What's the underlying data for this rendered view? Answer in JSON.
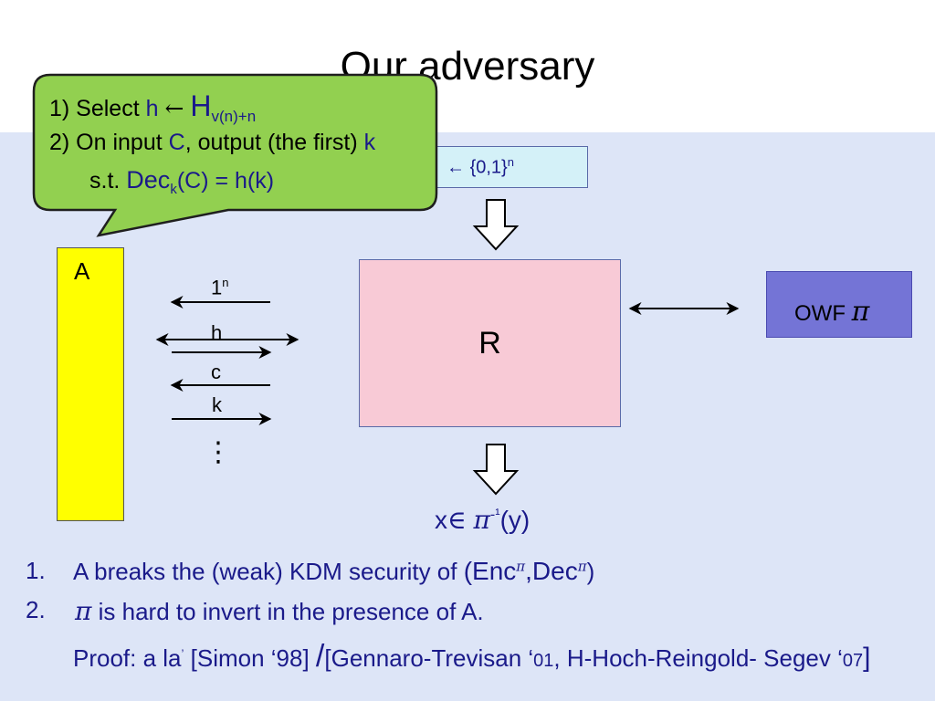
{
  "slide": {
    "title": "Our adversary"
  },
  "callout": {
    "line1_prefix": "1) Select ",
    "line1_h": "h",
    "line1_arrow": "←",
    "line1_H": "H",
    "line1_sub": "v(n)+n",
    "line2_prefix": "2) On input ",
    "line2_C": "C",
    "line2_mid": ", output (the first) ",
    "line2_k": "k",
    "line3_prefix": "s.t. ",
    "line3_dec": "Dec",
    "line3_sub": "k",
    "line3_rest": "(C) = h(k)"
  },
  "seed_box": {
    "arrow": "←",
    "set": "{0,1}",
    "sup": "n"
  },
  "boxes": {
    "A": "A",
    "R": "R",
    "owf_label": "OWF ",
    "owf_pi": "π"
  },
  "messages": {
    "m1": "1",
    "m1_sup": "n",
    "m2": "h",
    "m3": "c",
    "m4": "k",
    "dots": "⋮"
  },
  "result": {
    "x": "x",
    "in": "∈",
    "pi": "π",
    "inv": "-¹",
    "y": "(y)"
  },
  "points": [
    {
      "num": "1.",
      "text": "A breaks the (weak) KDM security of ",
      "enc": "(Enc",
      "enc_sup": "π",
      "dec": ",Dec",
      "dec_sup": "π",
      "close": ")"
    },
    {
      "num": "2.",
      "pi": "π",
      "text": " is hard to invert in the presence of A."
    }
  ],
  "proof": {
    "prefix": "Proof: a la",
    "mark": "’",
    "ref1": "  [Simon ‘98] ",
    "slash": "/",
    "ref2_a": "[Gennaro-Trevisan ‘",
    "ref2_y": "01",
    "ref2_b": ", H-Hoch-Reingold- Segev ‘",
    "ref2_y2": "07",
    "ref2_c": "]"
  },
  "colors": {
    "background_panel": "#dde5f7",
    "callout_fill": "#92d050",
    "A_fill": "#ffff00",
    "R_fill": "#f8cad6",
    "owf_fill": "#7474d6",
    "seed_fill": "#d4f1f8",
    "text_blue": "#1a1a8a"
  }
}
